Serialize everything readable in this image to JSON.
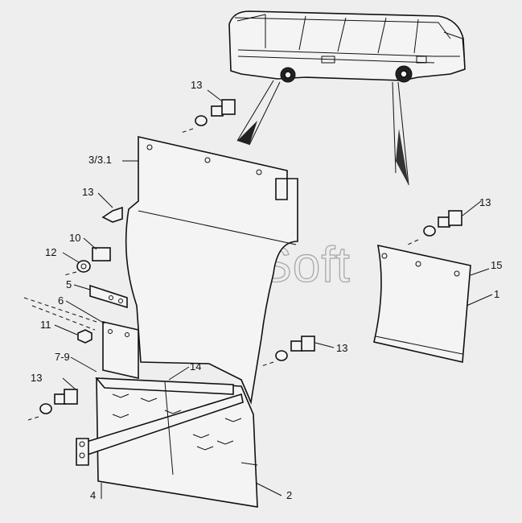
{
  "watermark": "AutoSoft",
  "callouts": {
    "bolt_top": "13",
    "panel": "3/3.1",
    "bolt_left_upper": "13",
    "bolt_right_upper": "13",
    "bushing": "10",
    "washer": "12",
    "bracket": "5",
    "plate": "6",
    "nut": "11",
    "fastener_group": "7-9",
    "frame": "14",
    "bolt_left_lower": "13",
    "bolt_right_lower": "13",
    "mudflap_edge": "15",
    "mudflap": "1",
    "support_bar": "4",
    "lower_panel": "2"
  }
}
